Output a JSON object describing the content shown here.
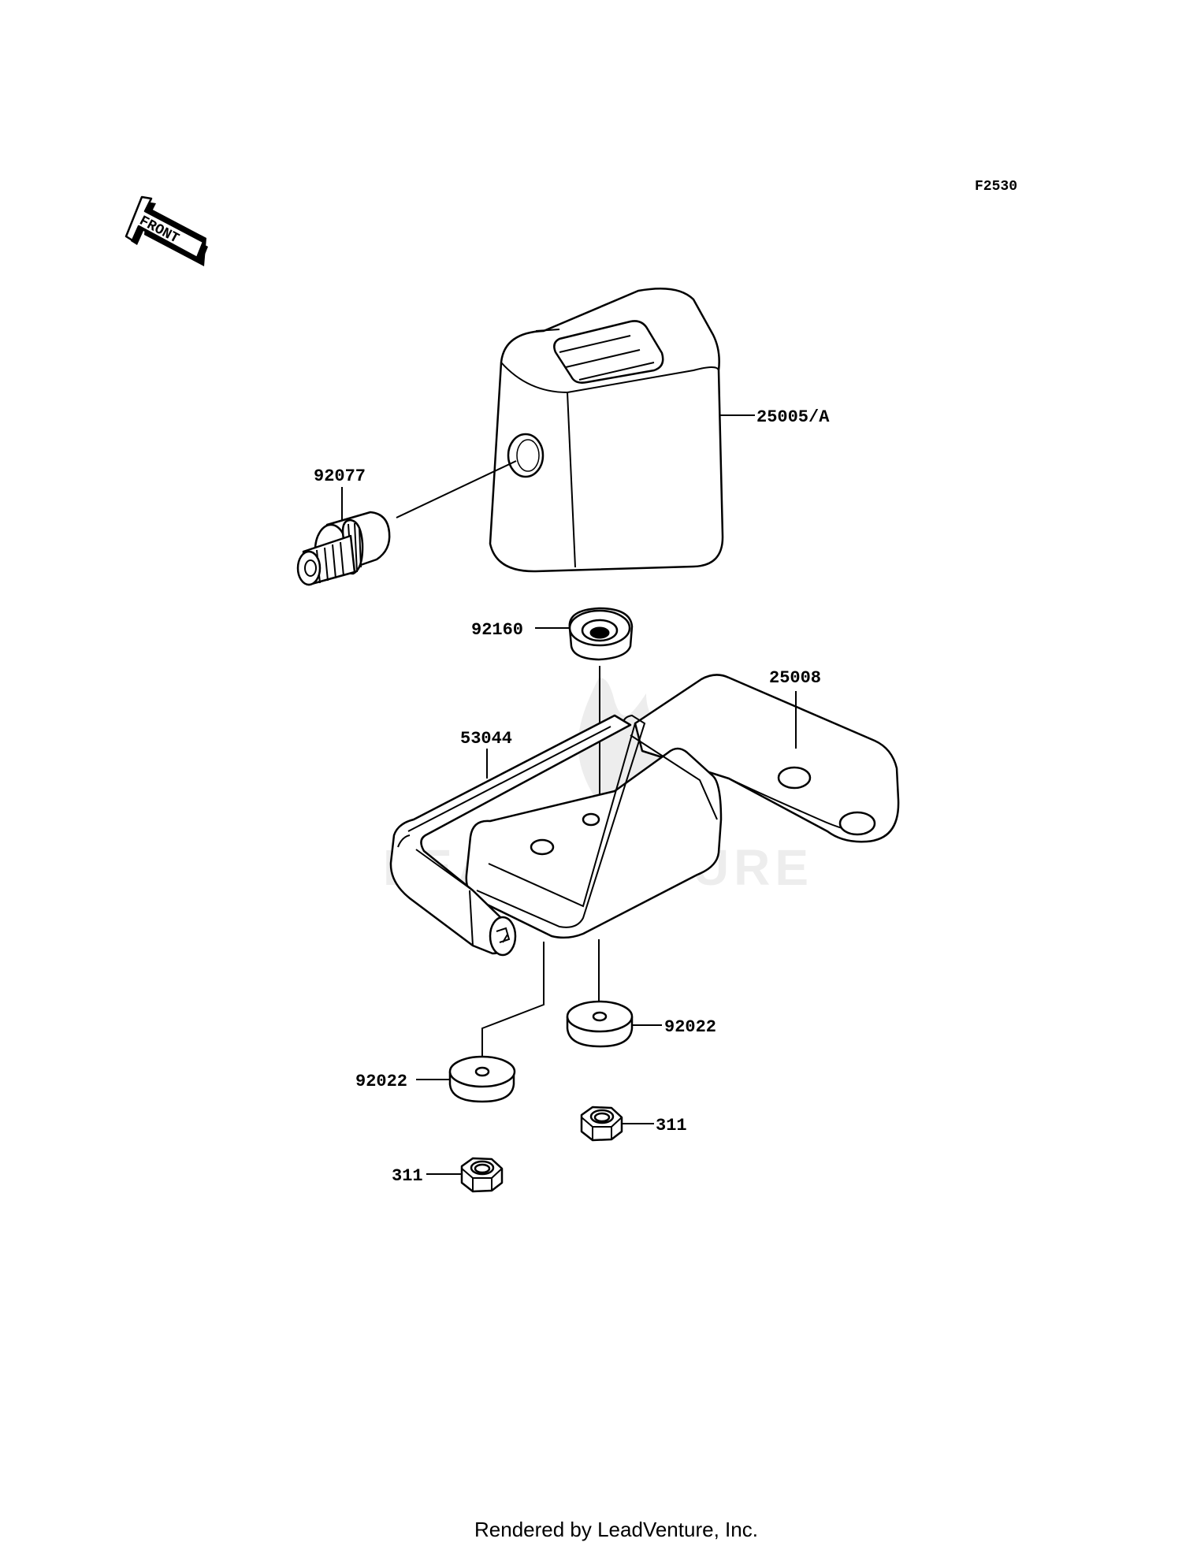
{
  "figure_code": "F2530",
  "front_arrow_label": "FRONT",
  "watermark": "LEADVENTURE",
  "footer": "Rendered by LeadVenture, Inc.",
  "parts": {
    "cover": "25005/A",
    "knob": "92077",
    "grommet": "92160",
    "bracket": "25008",
    "trim": "53044",
    "washer_right": "92022",
    "washer_left": "92022",
    "nut_right": "311",
    "nut_left": "311"
  }
}
